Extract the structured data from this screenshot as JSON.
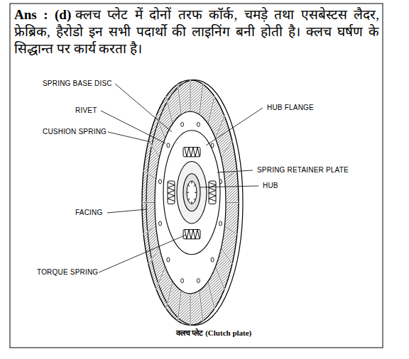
{
  "diagram": {
    "caption": "क्लच प्लेट (Clutch plate)",
    "labels": [
      "Ans : (d)",
      "क्लच प्लेट में दोनों तरफ कॉर्क, चमड़े तथा एसबेस्टस लैदर, फ्रेब्रिक, हैरोडो इन सभी पदार्थो की लाइनिंग बनी होती है। क्लच घर्षण के सिद्धान्त पर कार्य करता है।",
      "SPRING BASE DISC",
      "RIVET",
      "CUSHION SPRING",
      "FACING",
      "TORQUE SPRING",
      "HUB FLANGE",
      "SPRING RETAINER PLATE",
      "HUB"
    ]
  }
}
